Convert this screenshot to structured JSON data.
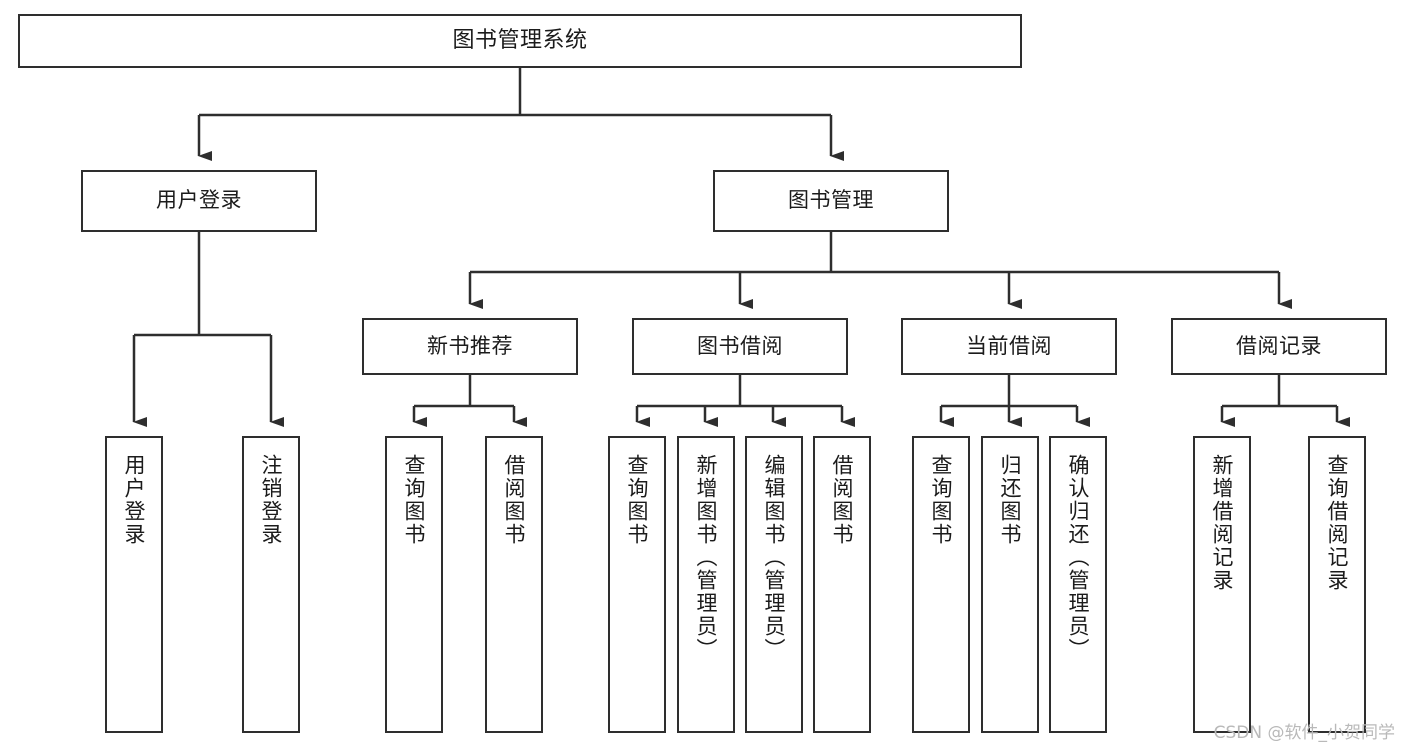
{
  "diagram": {
    "title": "图书管理系统",
    "type": "tree-hierarchy",
    "watermark": "CSDN @软件_小贺同学",
    "stroke_color": "#2e2e2e",
    "fill_color": "#ffffff",
    "text_color": "#1b1b1b"
  },
  "nodes": {
    "root": {
      "label": "图书管理系统"
    },
    "level2": [
      {
        "label": "用户登录"
      },
      {
        "label": "图书管理"
      }
    ],
    "level3": [
      {
        "label": "新书推荐"
      },
      {
        "label": "图书借阅"
      },
      {
        "label": "当前借阅"
      },
      {
        "label": "借阅记录"
      }
    ],
    "leaves": {
      "user_login": [
        {
          "label": "用户登录"
        },
        {
          "label": "注销登录"
        }
      ],
      "new_book_recommend": [
        {
          "label": "查询图书"
        },
        {
          "label": "借阅图书"
        }
      ],
      "book_borrow": [
        {
          "label": "查询图书"
        },
        {
          "label": "新增图书（管理员）"
        },
        {
          "label": "编辑图书（管理员）"
        },
        {
          "label": "借阅图书"
        }
      ],
      "current_borrow": [
        {
          "label": "查询图书"
        },
        {
          "label": "归还图书"
        },
        {
          "label": "确认归还（管理员）"
        }
      ],
      "borrow_record": [
        {
          "label": "新增借阅记录"
        },
        {
          "label": "查询借阅记录"
        }
      ]
    }
  }
}
